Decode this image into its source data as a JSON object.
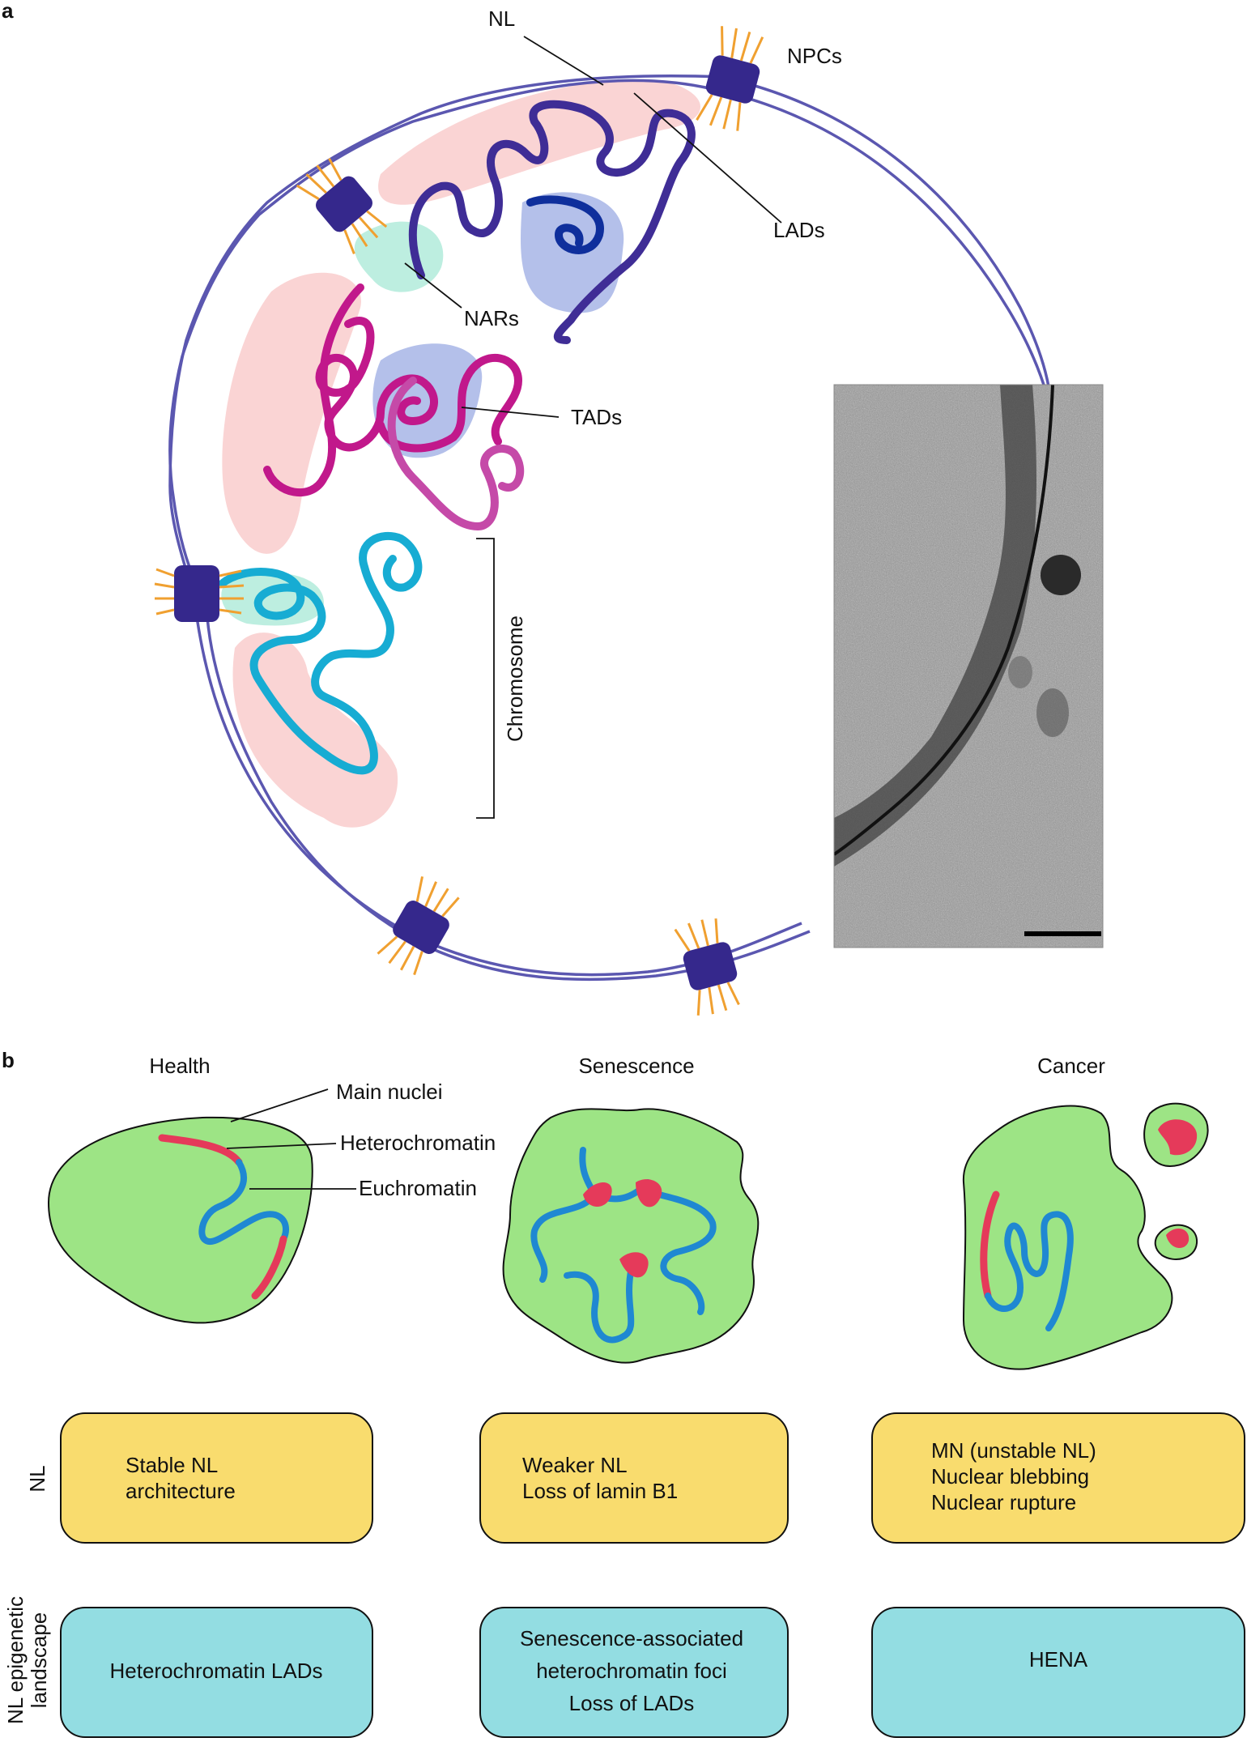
{
  "panel_a": {
    "letter": "a",
    "labels": {
      "nl": "NL",
      "npcs": "NPCs",
      "lads": "LADs",
      "nars": "NARs",
      "tads": "TADs",
      "chromosome": "Chromosome"
    },
    "micrograph": {
      "has_scale_bar": true
    }
  },
  "panel_b": {
    "letter": "b",
    "columns": [
      {
        "heading": "Health",
        "nl_text": [
          "Stable NL",
          "architecture"
        ],
        "epi_text": [
          "Heterochromatin LADs"
        ]
      },
      {
        "heading": "Senescence",
        "nl_text": [
          "Weaker NL",
          "Loss of lamin B1"
        ],
        "epi_text": [
          "Senescence-associated",
          "heterochromatin foci",
          "Loss of LADs"
        ]
      },
      {
        "heading": "Cancer",
        "nl_text": [
          "MN (unstable NL)",
          "Nuclear blebbing",
          "Nuclear rupture"
        ],
        "epi_text": [
          "HENA"
        ]
      }
    ],
    "callouts": {
      "main_nuclei": "Main nuclei",
      "heterochromatin": "Heterochromatin",
      "euchromatin": "Euchromatin"
    },
    "row_labels": {
      "nl": "NL",
      "epi_line1": "NL epigenetic",
      "epi_line2": "landscape"
    }
  },
  "colors": {
    "lamina": "#5b57b0",
    "npc": "#35288c",
    "npc_filament": "#f0a030",
    "lad_highlight": "#fad4d4",
    "nar_highlight": "#bdeee0",
    "tad_highlight": "#b4c0ea",
    "chr_dark_purple": "#3f2d96",
    "chr_blue": "#0f2f9c",
    "chr_magenta": "#c1188b",
    "chr_light_magenta": "#c54aa8",
    "chr_cyan": "#17acd3",
    "nucleus_fill": "#9de485",
    "heterochromatin": "#e53a5a",
    "euchromatin": "#1f88d2",
    "nl_box": "#f9dc6e",
    "epi_box": "#93dde2"
  }
}
